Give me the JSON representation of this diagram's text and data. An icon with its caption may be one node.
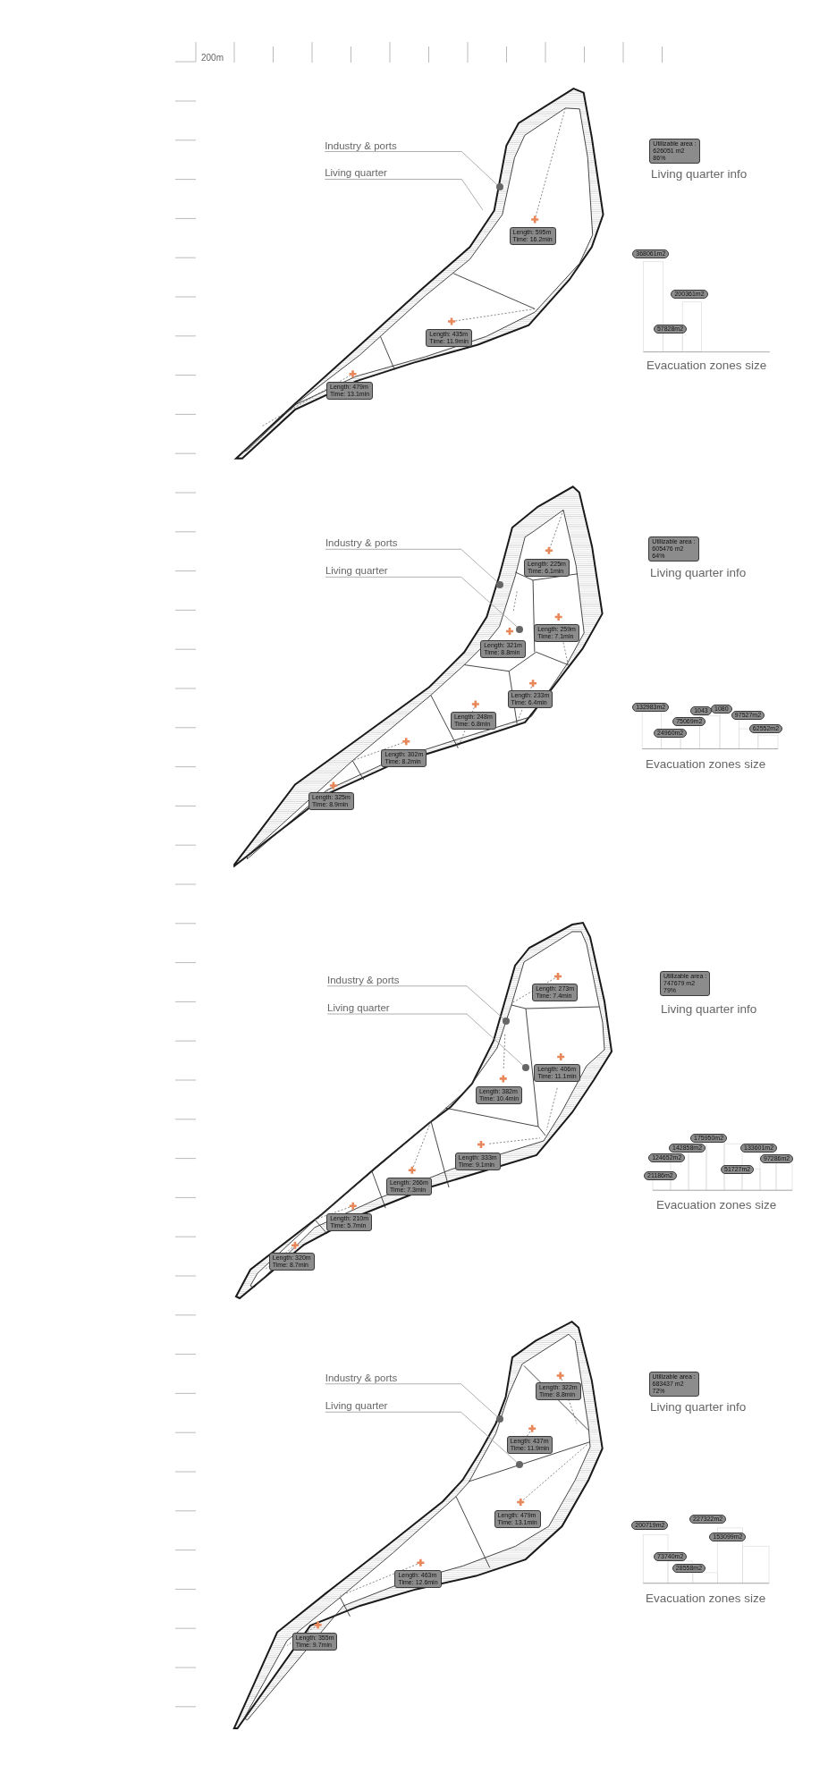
{
  "diagram": {
    "nodes": [
      {
        "text": [
          "Industry & ports"
        ]
      },
      {
        "text": [
          "Living quarter"
        ]
      },
      {
        "text": [],
        "shape": "circle"
      },
      {
        "text": [
          "Length: 595m",
          "Time: 16.2min"
        ]
      },
      {
        "text": [
          "Length: 435m",
          "Time: 11.9min"
        ]
      },
      {
        "text": [
          "Length: 479m",
          "Time: 13.1min"
        ]
      },
      {
        "text": [
          "Utilizable area :",
          "626051 m2",
          "86%"
        ],
        "beside": [
          "Living quarter info"
        ]
      },
      {
        "text": [
          "368061m2"
        ]
      },
      {
        "text": [
          "200361m2"
        ]
      },
      {
        "text": [
          "57828m2"
        ]
      },
      {
        "text": [
          "Industry & ports"
        ]
      },
      {
        "text": [
          "Living quarter"
        ]
      },
      {
        "text": [],
        "shape": "circle"
      },
      {
        "text": [],
        "shape": "circle"
      },
      {
        "text": [
          "Length: 225m",
          "Time: 6.1min"
        ]
      },
      {
        "text": [
          "Length: 259m",
          "Time: 7.1min"
        ]
      },
      {
        "text": [
          "Length: 321m",
          "Time: 8.8min"
        ]
      },
      {
        "text": [
          "Length: 233m",
          "Time: 6.4min"
        ]
      },
      {
        "text": [
          "Length: 248m",
          "Time: 6.8min"
        ]
      },
      {
        "text": [
          "Length: 302m",
          "Time: 8.2min"
        ]
      },
      {
        "text": [
          "Length: 325m",
          "Time: 8.9min"
        ]
      },
      {
        "text": [
          "Utilizable area :",
          "605476 m2",
          "64%"
        ],
        "beside": [
          "Living quarter info"
        ]
      },
      {
        "text": [
          "132983m2"
        ]
      },
      {
        "text": [
          "1043"
        ]
      },
      {
        "text": [
          "1080"
        ]
      },
      {
        "text": [
          "97527m2"
        ]
      },
      {
        "text": [
          "75069m2"
        ]
      },
      {
        "text": [
          "62552m2"
        ]
      },
      {
        "text": [
          "24960m2"
        ]
      },
      {
        "text": [
          "Industry & ports"
        ]
      },
      {
        "text": [
          "Living quarter"
        ]
      },
      {
        "text": [],
        "shape": "circle"
      },
      {
        "text": [],
        "shape": "circle"
      },
      {
        "text": [
          "Length: 273m",
          "Time: 7.4min"
        ]
      },
      {
        "text": [
          "Length: 406m",
          "Time: 11.1min"
        ]
      },
      {
        "text": [
          "Length: 382m",
          "Time: 10.4min"
        ]
      },
      {
        "text": [
          "Length: 333m",
          "Time: 9.1min"
        ]
      },
      {
        "text": [
          "Length: 266m",
          "Time: 7.3min"
        ]
      },
      {
        "text": [
          "Length: 210m",
          "Time: 5.7min"
        ]
      },
      {
        "text": [
          "Length: 320m",
          "Time: 8.7min"
        ]
      },
      {
        "text": [
          "Utilizable area :",
          "747679 m2",
          "79%"
        ],
        "beside": [
          "Living quarter info"
        ]
      },
      {
        "text": [
          "175950m2"
        ]
      },
      {
        "text": [
          "142858m2"
        ]
      },
      {
        "text": [
          "124652m2"
        ]
      },
      {
        "text": [
          "133601m2"
        ]
      },
      {
        "text": [
          "97286m2"
        ]
      },
      {
        "text": [
          "51727m2"
        ]
      },
      {
        "text": [
          "21186m2"
        ]
      },
      {
        "text": [
          "Industry & ports"
        ]
      },
      {
        "text": [
          "Living quarter"
        ]
      },
      {
        "text": [],
        "shape": "circle"
      },
      {
        "text": [],
        "shape": "circle"
      },
      {
        "text": [
          "Length: 322m",
          "Time: 8.8min"
        ]
      },
      {
        "text": [
          "Length: 437m",
          "Time: 11.9min"
        ]
      },
      {
        "text": [
          "Length: 479m",
          "Time: 13.1min"
        ]
      },
      {
        "text": [
          "Length: 463m",
          "Time: 12.6min"
        ]
      },
      {
        "text": [
          "Length: 355m",
          "Time: 9.7min"
        ]
      },
      {
        "text": [
          "Utilizable area :",
          "683437 m2",
          "72%"
        ],
        "beside": [
          "Living quarter info"
        ]
      },
      {
        "text": [
          "200719m2"
        ]
      },
      {
        "text": [
          "227322m2"
        ]
      },
      {
        "text": [
          "153099m2"
        ]
      },
      {
        "text": [
          "73740m2"
        ]
      },
      {
        "text": [
          "28558m2"
        ]
      }
    ],
    "edges": [
      {
        "from": 0,
        "to": 2,
        "arrow": "none"
      },
      {
        "from": 1,
        "to": null,
        "arrow": "none"
      },
      {
        "from": 10,
        "to": 12,
        "arrow": "none"
      },
      {
        "from": 11,
        "to": 13,
        "arrow": "none"
      },
      {
        "from": 29,
        "to": 31,
        "arrow": "none"
      },
      {
        "from": 30,
        "to": 32,
        "arrow": "none"
      },
      {
        "from": 48,
        "to": 50,
        "arrow": "none"
      },
      {
        "from": 49,
        "to": 51,
        "arrow": "none"
      }
    ],
    "labels": [
      "200m",
      "Evacuation zones size",
      "Evacuation zones size",
      "Evacuation zones size",
      "Evacuation zones size"
    ]
  }
}
